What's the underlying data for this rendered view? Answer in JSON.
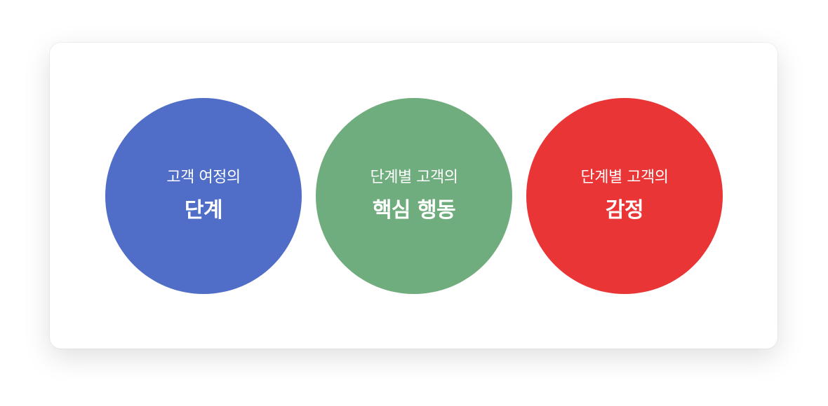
{
  "circles": [
    {
      "line1": "고객 여정의",
      "line2": "단계",
      "color": "#506ec8"
    },
    {
      "line1": "단계별 고객의",
      "line2": "핵심 행동",
      "color": "#70ad7e"
    },
    {
      "line1": "단계별 고객의",
      "line2": "감정",
      "color": "#e93535"
    }
  ]
}
